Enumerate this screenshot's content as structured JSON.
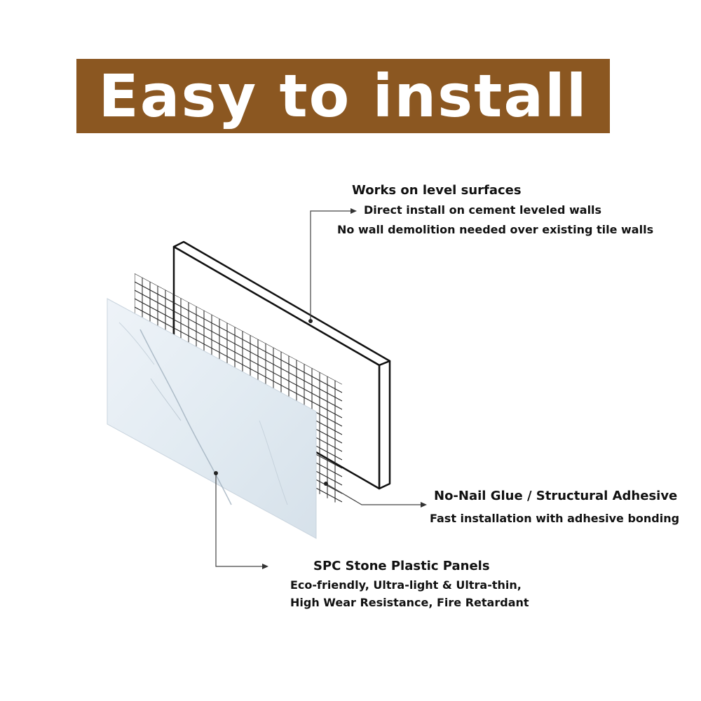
{
  "header": {
    "title": "Easy to install"
  },
  "layers": {
    "wall": {
      "title": "Works on level surfaces",
      "lines": [
        "Direct install on cement leveled walls",
        "No wall demolition needed over existing tile walls"
      ]
    },
    "adhesive": {
      "title": "No-Nail Glue / Structural Adhesive",
      "lines": [
        "Fast installation with adhesive bonding"
      ]
    },
    "panel": {
      "title": "SPC Stone Plastic Panels",
      "lines": [
        "Eco-friendly, Ultra-light & Ultra-thin,",
        "High Wear Resistance, Fire Retardant"
      ]
    }
  },
  "colors": {
    "banner": "#8B5721",
    "banner_text": "#FFFFFF",
    "text": "#111111",
    "panel": "#E4EDF4"
  }
}
